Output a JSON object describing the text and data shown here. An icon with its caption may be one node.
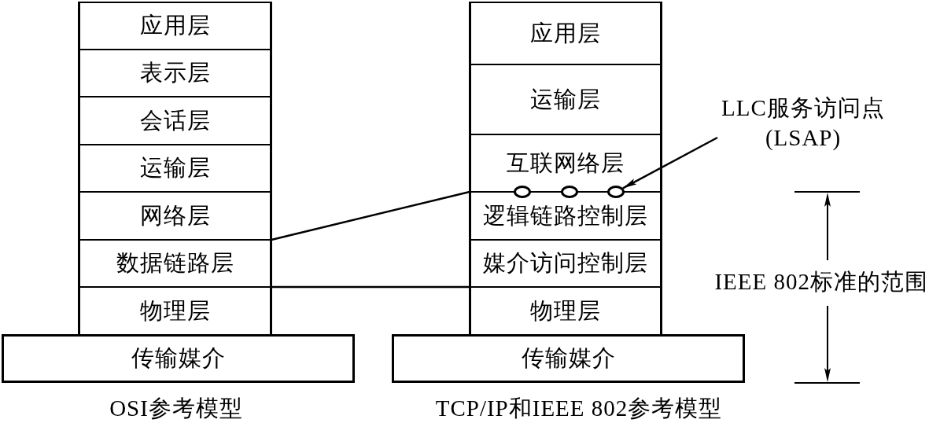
{
  "diagram": {
    "nodes": [
      {
        "text": [
          "应用层"
        ]
      },
      {
        "text": [
          "表示层"
        ]
      },
      {
        "text": [
          "会话层"
        ]
      },
      {
        "text": [
          "运输层"
        ]
      },
      {
        "text": [
          "网络层"
        ]
      },
      {
        "text": [
          "数据链路层"
        ]
      },
      {
        "text": [
          "物理层"
        ]
      },
      {
        "text": [
          "传输媒介"
        ]
      },
      {
        "text": [
          "应用层"
        ]
      },
      {
        "text": [
          "运输层"
        ]
      },
      {
        "text": [
          "互联网络层"
        ]
      },
      {
        "text": [
          "逻辑链路控制层"
        ]
      },
      {
        "text": [
          "媒介访问控制层"
        ]
      },
      {
        "text": [
          "物理层"
        ]
      },
      {
        "text": [
          "传输媒介"
        ]
      },
      {
        "text": [
          "LLC服务访问点 (LSAP)"
        ]
      },
      {
        "text": [],
        "shape": "circle"
      },
      {
        "text": [],
        "shape": "circle"
      },
      {
        "text": [],
        "shape": "circle"
      }
    ],
    "edges": [
      {
        "from": 5,
        "to": 11,
        "arrow": "none"
      },
      {
        "from": 5,
        "to": 12,
        "arrow": "none"
      },
      {
        "from": 15,
        "to": 18,
        "arrow": "to"
      }
    ],
    "labels": [
      "IEEE 802标准的范围",
      "OSI参考模型",
      "TCP/IP和IEEE 802参考模型"
    ]
  }
}
